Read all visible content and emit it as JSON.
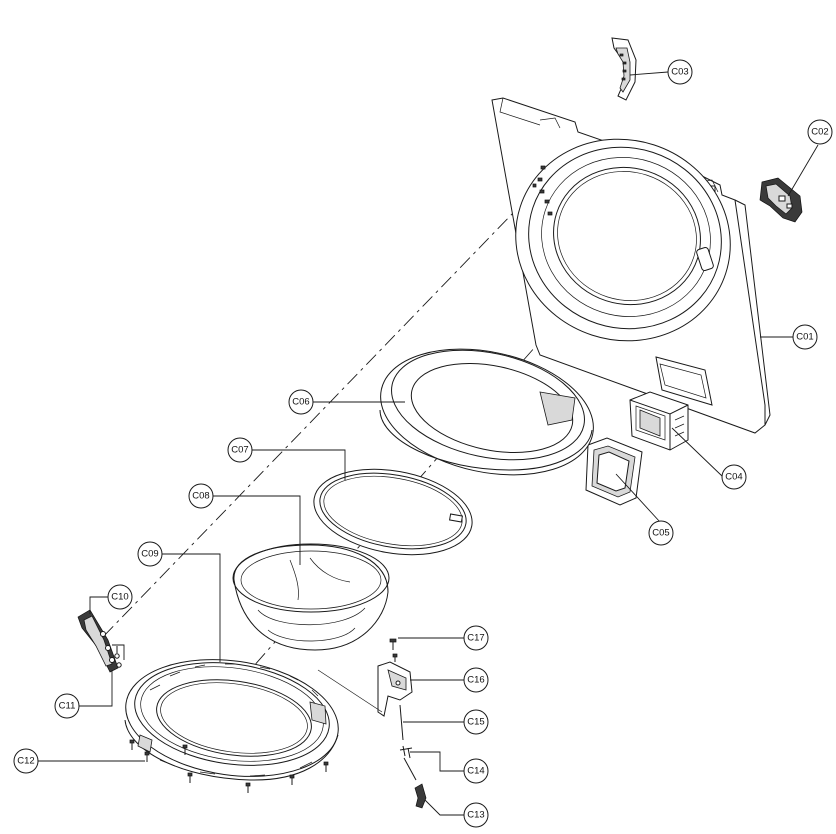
{
  "callouts": [
    {
      "id": "c01",
      "label": "C01"
    },
    {
      "id": "c02",
      "label": "C02"
    },
    {
      "id": "c03",
      "label": "C03"
    },
    {
      "id": "c04",
      "label": "C04"
    },
    {
      "id": "c05",
      "label": "C05"
    },
    {
      "id": "c06",
      "label": "C06"
    },
    {
      "id": "c07",
      "label": "C07"
    },
    {
      "id": "c08",
      "label": "C08"
    },
    {
      "id": "c09",
      "label": "C09"
    },
    {
      "id": "c10",
      "label": "C10"
    },
    {
      "id": "c11",
      "label": "C11"
    },
    {
      "id": "c12",
      "label": "C12"
    },
    {
      "id": "c13",
      "label": "C13"
    },
    {
      "id": "c14",
      "label": "C14"
    },
    {
      "id": "c15",
      "label": "C15"
    },
    {
      "id": "c16",
      "label": "C16"
    },
    {
      "id": "c17",
      "label": "C17"
    }
  ]
}
